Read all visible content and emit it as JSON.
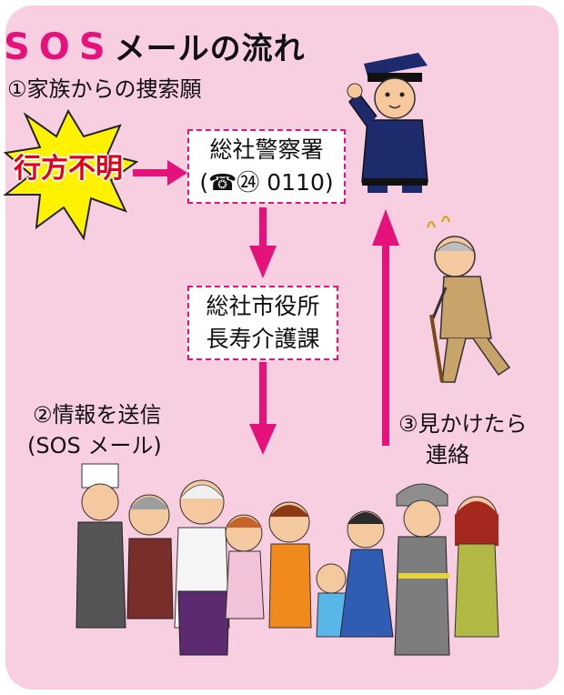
{
  "title": {
    "sos": "SOS",
    "rest": "メールの流れ"
  },
  "steps": {
    "step1": "①家族からの捜索願",
    "step2_line1": "②情報を送信",
    "step2_line2": "(SOS メール)",
    "step3_line1": "③見かけたら",
    "step3_line2": "連絡"
  },
  "missing_label": "行方不明",
  "police_box": {
    "line1": "総社警察署",
    "phone_icon": "☎",
    "line2_prefix": "(",
    "area_code": "㉔",
    "line2_suffix": " 0110)"
  },
  "city_box": {
    "line1": "総社市役所",
    "line2": "長寿介護課"
  },
  "colors": {
    "accent": "#e4127a",
    "panel": "#f8cfe1",
    "burst": "#fff200",
    "alert_text": "#e2001a"
  },
  "icons": [
    "police-officer-illustration",
    "elderly-wanderer-illustration",
    "community-group-illustration"
  ]
}
